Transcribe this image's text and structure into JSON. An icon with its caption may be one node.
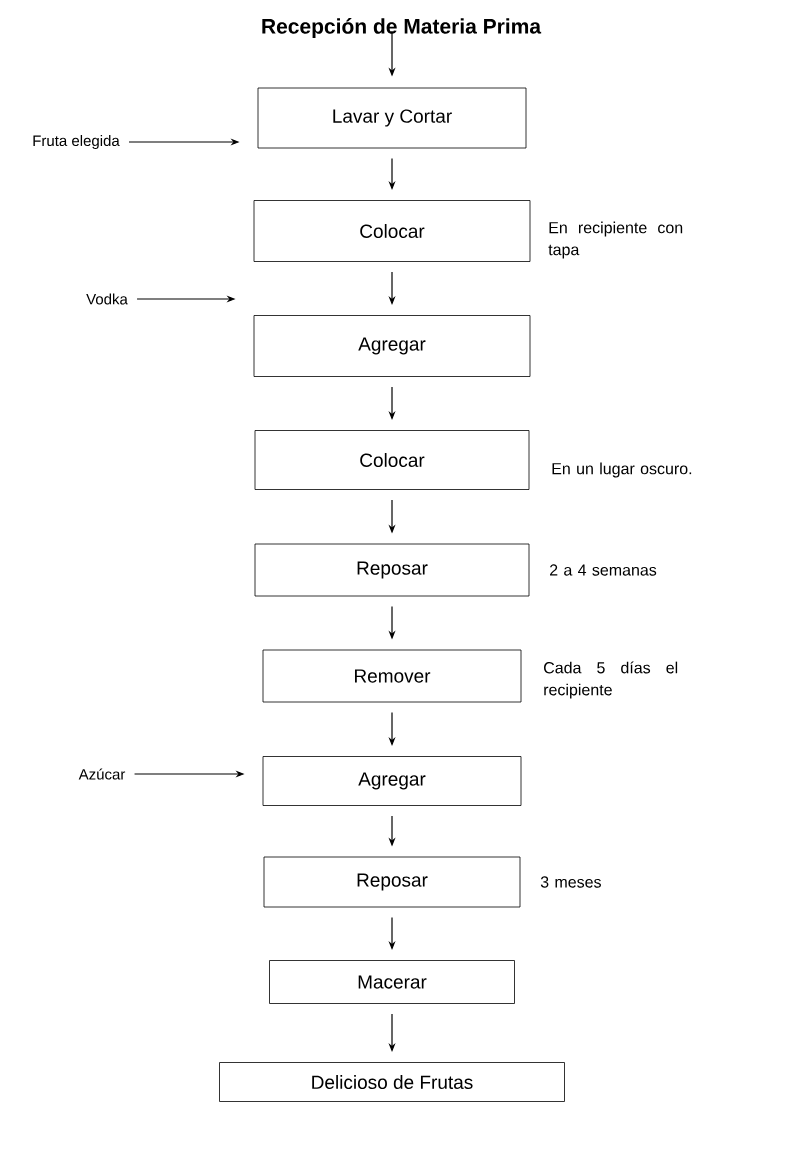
{
  "diagram": {
    "nodes": [
      {
        "text": [
          "Recepción de Materia Prima"
        ]
      },
      {
        "text": [
          "Fruta elegida"
        ]
      },
      {
        "text": [
          "Lavar y Cortar"
        ]
      },
      {
        "text": [
          "Colocar"
        ],
        "beside": [
          "En recipiente con tapa"
        ]
      },
      {
        "text": [
          "Vodka"
        ]
      },
      {
        "text": [
          "Agregar"
        ]
      },
      {
        "text": [
          "Colocar"
        ],
        "beside": [
          "En un lugar oscuro."
        ]
      },
      {
        "text": [
          "Reposar"
        ],
        "beside": [
          "2 a 4 semanas"
        ]
      },
      {
        "text": [
          "Remover"
        ],
        "beside": [
          "Cada 5 días el recipiente"
        ]
      },
      {
        "text": [
          "Azúcar"
        ]
      },
      {
        "text": [
          "Agregar"
        ]
      },
      {
        "text": [
          "Reposar"
        ],
        "beside": [
          "3 meses"
        ]
      },
      {
        "text": [
          "Macerar"
        ]
      },
      {
        "text": [
          "Delicioso de Frutas"
        ]
      }
    ],
    "edges": [
      {
        "from": 0,
        "to": 2,
        "arrow": "to"
      },
      {
        "from": 1,
        "to": 2,
        "arrow": "to"
      },
      {
        "from": 2,
        "to": 3,
        "arrow": "to"
      },
      {
        "from": 3,
        "to": 5,
        "arrow": "to"
      },
      {
        "from": 4,
        "to": 5,
        "arrow": "to"
      },
      {
        "from": 5,
        "to": 6,
        "arrow": "to"
      },
      {
        "from": 6,
        "to": 7,
        "arrow": "to"
      },
      {
        "from": 7,
        "to": 8,
        "arrow": "to"
      },
      {
        "from": 8,
        "to": 10,
        "arrow": "to"
      },
      {
        "from": 9,
        "to": 10,
        "arrow": "to"
      },
      {
        "from": 10,
        "to": 11,
        "arrow": "to"
      },
      {
        "from": 11,
        "to": 12,
        "arrow": "to"
      },
      {
        "from": 12,
        "to": 13,
        "arrow": "to"
      }
    ]
  }
}
